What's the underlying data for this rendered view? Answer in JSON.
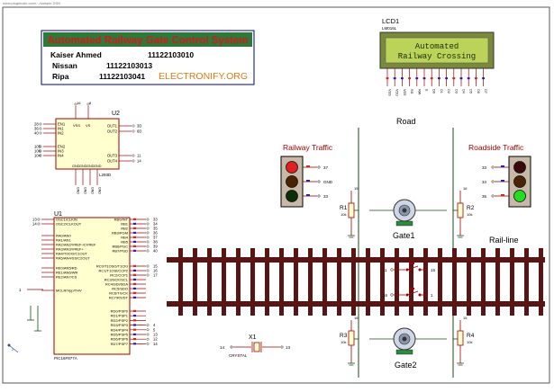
{
  "watermark": "www.plugincalc.com/.../sample.DSN",
  "title_box": {
    "title": "Automated Railway Gate Control System",
    "members": [
      {
        "name": "Kaiser Ahmed",
        "id": "11122103010"
      },
      {
        "name": "Nissan",
        "id": "11122103013"
      },
      {
        "name": "Ripa",
        "id": "11122103041"
      }
    ],
    "brand": "ELECTRONIFY.ORG"
  },
  "lcd": {
    "ref": "LCD1",
    "model": "LM016L",
    "line1": "Automated",
    "line2": "Railway Crossing",
    "pins": [
      "VSS",
      "VDD",
      "VEE",
      "RS",
      "RW",
      "E",
      "D0",
      "D1",
      "D2",
      "D3",
      "D4",
      "D5",
      "D6",
      "D7"
    ]
  },
  "u2": {
    "ref": "U2",
    "part": "L293D",
    "left_pins": [
      "EN1",
      "IN1",
      "IN2",
      "EN2",
      "IN3",
      "IN4"
    ],
    "right_pins": [
      "OUT1",
      "OUT2",
      "OUT3",
      "OUT4"
    ],
    "top_pins": [
      "VSS",
      "VS"
    ],
    "bottom_pins": [
      "GND",
      "GND",
      "GND",
      "GND"
    ],
    "left_nums": [
      "28",
      "36",
      "40",
      "",
      "105",
      "106",
      "104"
    ],
    "right_nums": [
      "3D",
      "6D",
      "11",
      "14"
    ],
    "top_nums": [
      "16",
      "8"
    ]
  },
  "u1": {
    "ref": "U1",
    "part": "PIC16F877A",
    "left_pins": [
      "OSC1/CLKIN",
      "OSC2/CLKOUT",
      "RA0/AN0",
      "RA1/AN1",
      "RA2/AN2/VREF-/CVREF",
      "RA3/AN3/VREF+",
      "RA4/T0CKI/C1OUT",
      "RA5/AN4/SS/C2OUT",
      "RE0/AN5/RD",
      "RE1/AN6/WR",
      "RE2/AN7/CS",
      "MCLR/Vpp/THV"
    ],
    "right_pins": [
      "RB0/INT",
      "RB1",
      "RB2",
      "RB3/PGM",
      "RB4",
      "RB5",
      "RB6/PGC",
      "RB7/PGD",
      "RC0/T1OSO/T1CKI",
      "RC1/T1OSI/CCP2",
      "RC2/CCP1",
      "RC3/SCK/SCL",
      "RC4/SDI/SDA",
      "RC5/SDO",
      "RC6/TX/CK",
      "RC7/RX/DT",
      "RD0/PSP0",
      "RD1/PSP1",
      "RD2/PSP2",
      "RD3/PSP3",
      "RD4/PSP4",
      "RD5/PSP5",
      "RD6/PSP6",
      "RD7/PSP7"
    ],
    "left_nums": [
      "13",
      "14"
    ],
    "right_nets": [
      "33",
      "34",
      "35",
      "36",
      "37",
      "38",
      "39",
      "40",
      "15",
      "16",
      "17",
      "",
      "",
      "",
      "",
      "",
      "",
      "",
      "",
      "4",
      "5",
      "13",
      "12",
      "14"
    ]
  },
  "labels": {
    "road": "Road",
    "railway_traffic": "Railway Traffic",
    "roadside_traffic": "Roadside Traffic",
    "rail_line": "Rail-line",
    "gate1": "Gate1",
    "gate2": "Gate2",
    "gnd": "GND"
  },
  "resistors": [
    {
      "ref": "R1",
      "value": "10k",
      "net": "15"
    },
    {
      "ref": "R2",
      "value": "10k",
      "net": "16"
    },
    {
      "ref": "R3",
      "value": "10k",
      "net": "16"
    },
    {
      "ref": "R4",
      "value": "10k",
      "net": "15"
    }
  ],
  "crystal": {
    "ref": "X1",
    "part": "CRYSTAL",
    "left": "14",
    "right": "13"
  },
  "rail_traffic_nets": [
    "37",
    "GND",
    "33"
  ],
  "road_traffic_nets": [
    "33",
    "34",
    "35"
  ],
  "switch_nets": [
    "15",
    "16"
  ],
  "mclr_net": "1",
  "colors": {
    "wire": "#1a4d1a",
    "component": "#a00000",
    "title_banner": "#2b7a3a",
    "title_text": "#d11a1a",
    "rail": "#5b1414",
    "lcd_screen": "#bcd35a",
    "lcd_text": "#1b2a0a",
    "brand": "#e07a10",
    "text_dark": "#000080"
  }
}
